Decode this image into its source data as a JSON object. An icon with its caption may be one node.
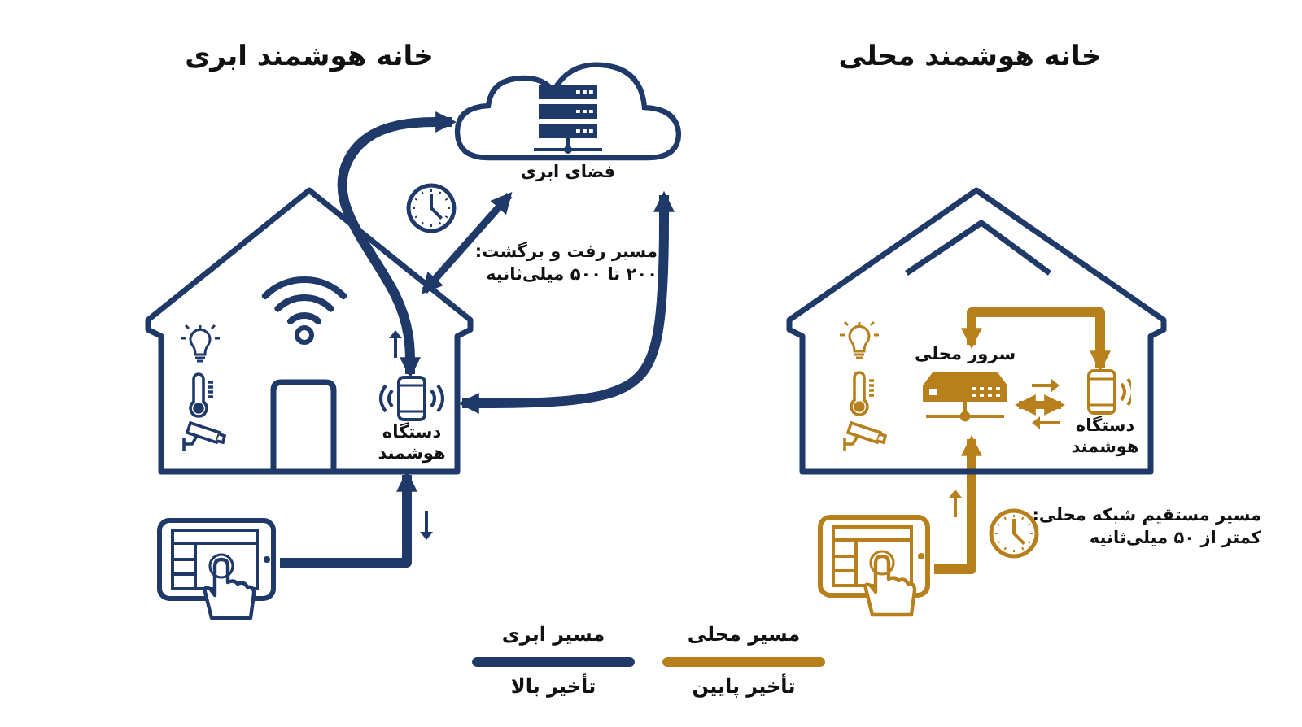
{
  "diagram": {
    "nodes": [
      {
        "text": [],
        "shape": "house"
      },
      {
        "text": [
          "فضای ابری"
        ]
      },
      {
        "text": [
          "دستگاه هوشمند"
        ],
        "in": 0
      },
      {
        "text": [],
        "shape": "tablet"
      },
      {
        "text": [],
        "shape": "house"
      },
      {
        "text": [
          "سرور محلی"
        ],
        "in": 4
      },
      {
        "text": [
          "دستگاه هوشمند"
        ],
        "in": 4
      },
      {
        "text": [],
        "shape": "tablet"
      }
    ],
    "edges": [
      {
        "from": 3,
        "to": 2,
        "arrow": "to"
      },
      {
        "from": 2,
        "to": 1,
        "arrow": "both"
      },
      {
        "from": 1,
        "to": 2,
        "arrow": "both"
      },
      {
        "from": 0,
        "to": 1,
        "arrow": "both"
      },
      {
        "from": 7,
        "to": 5,
        "arrow": "to",
        "color": "#b8801c"
      },
      {
        "from": 5,
        "to": 6,
        "arrow": "both",
        "color": "#b8801c"
      },
      {
        "from": 5,
        "to": 6,
        "arrow": "both",
        "color": "#b8801c"
      }
    ],
    "labels": [
      "خانه هوشمند ابری",
      "خانه هوشمند محلی",
      "مسیر رفت و برگشت: ۲۰۰ تا ۵۰۰ میلی‌ثانیه",
      "مسیر مستقیم شبکه محلی: کمتر از ۵۰ میلی‌ثانیه",
      "تأخیر بالا",
      "تأخیر پایین"
    ],
    "legend": [
      {
        "text": "مسیر محلی",
        "color": "#b8801c"
      },
      {
        "text": "مسیر ابری",
        "color": "#1f3a68"
      }
    ]
  }
}
